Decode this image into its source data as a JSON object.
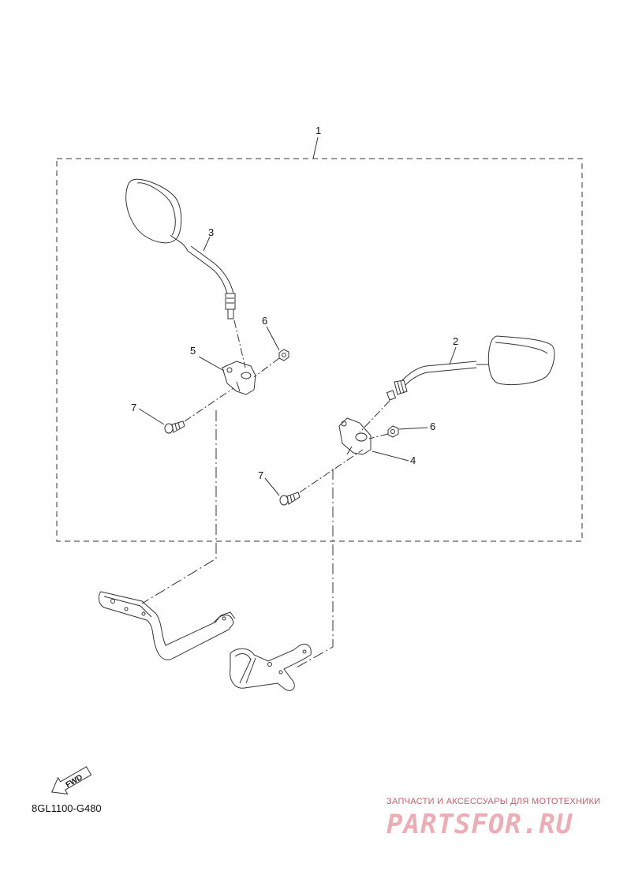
{
  "callouts": {
    "c1": "1",
    "c2": "2",
    "c3": "3",
    "c4": "4",
    "c5": "5",
    "c6a": "6",
    "c6b": "6",
    "c7a": "7",
    "c7b": "7"
  },
  "fwd_label": "FWD",
  "diagram_code": "8GL1100-G480",
  "watermark": {
    "subtitle": "ЗАПЧАСТИ И АКСЕССУАРЫ ДЛЯ МОТОТЕХНИКИ",
    "logo": "PARTSFOR.RU"
  },
  "colors": {
    "line": "#333333",
    "watermark": "#e8a0a8"
  }
}
